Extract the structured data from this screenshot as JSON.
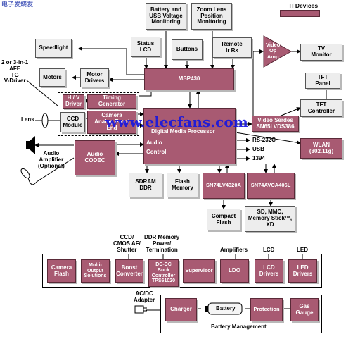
{
  "legend": {
    "label": "TI Devices",
    "color": "#a85a72"
  },
  "top": {
    "battery_usb": "Battery and\nUSB Voltage\nMonitoring",
    "zoom_lens": "Zoom Lens\nPosition\nMonitoring",
    "status_lcd": "Status\nLCD",
    "buttons": "Buttons",
    "remote": "Remote\nIr Rx",
    "speedlight": "Speedlight",
    "motors": "Motors",
    "motor_drivers": "Motor\nDrivers",
    "msp430": "MSP430"
  },
  "video": {
    "op_amp": "Video\nOp\nAmp",
    "tv_monitor": "TV\nMonitor",
    "tft_panel": "TFT\nPanel",
    "tft_controller": "TFT\nController",
    "serdes": "Video Serdes\nSN65LVDS386",
    "wlan": "WLAN\n(802.11g)"
  },
  "capture": {
    "afe_label": "2 or 3-in-1\nAFE\nTG\nV-Driver",
    "hv_driver": "H / V\nDriver",
    "timing_gen": "Timing\nGenerator",
    "camera_afe": "Camera\nAnalog Front\nEnd",
    "lens": "Lens",
    "ccd_module": "CCD\nModule"
  },
  "dmp": {
    "title": "Digital Media Processor",
    "audio": "Audio",
    "control": "Control",
    "rs232": "RS-232C",
    "usb": "USB",
    "ieee1394": "1394"
  },
  "audio": {
    "codec": "Audio\nCODEC",
    "amp_label": "Audio\nAmplifier\n(Optional)"
  },
  "memory": {
    "sdram": "SDRAM\nDDR",
    "flash": "Flash\nMemory",
    "sn74lv": "SN74LV4320A",
    "sn74avca": "SN74AVCA406L",
    "compact_flash": "Compact\nFlash",
    "sd_cards": "SD, MMC,\nMemory Stick™,\nXD"
  },
  "power_labels": {
    "ccd_cmos": "CCD/\nCMOS AF/\nShutter",
    "ddr_memory": "DDR Memory\nPower/\nTermination",
    "amplifiers": "Amplifiers",
    "lcd": "LCD",
    "led": "LED"
  },
  "power": {
    "camera_flash": "Camera\nFlash",
    "multi_output": "Multi-\nOutput\nSolutions",
    "boost": "Boost\nConverter",
    "dcdc": "DC-DC\nBuck\nController\nTPS61020",
    "supervisor": "Supervisor",
    "ldo": "LDO",
    "lcd_drivers": "LCD\nDrivers",
    "led_drivers": "LED\nDrivers"
  },
  "battery_mgmt": {
    "acdc": "AC/DC\nAdapter",
    "charger": "Charger",
    "battery": "Battery",
    "protection": "Protection",
    "gas_gauge": "Gas\nGauge",
    "title": "Battery Management"
  },
  "watermark": "www.elecfans.com",
  "logo_cn": "电子发烧友"
}
